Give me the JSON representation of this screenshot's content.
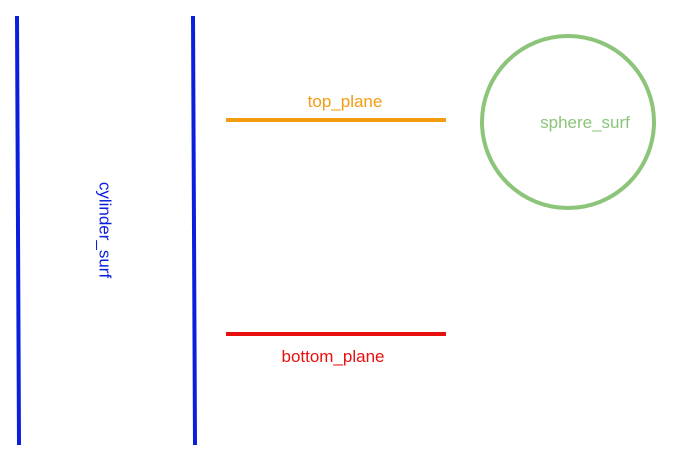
{
  "surfaces": {
    "cylinder": {
      "label": "cylinder_surf",
      "color": "#0a1fdc"
    },
    "top_plane": {
      "label": "top_plane",
      "color": "#f39c12"
    },
    "bottom_plane": {
      "label": "bottom_plane",
      "color": "#e80f0f"
    },
    "sphere": {
      "label": "sphere_surf",
      "color": "#8cc47a"
    }
  }
}
